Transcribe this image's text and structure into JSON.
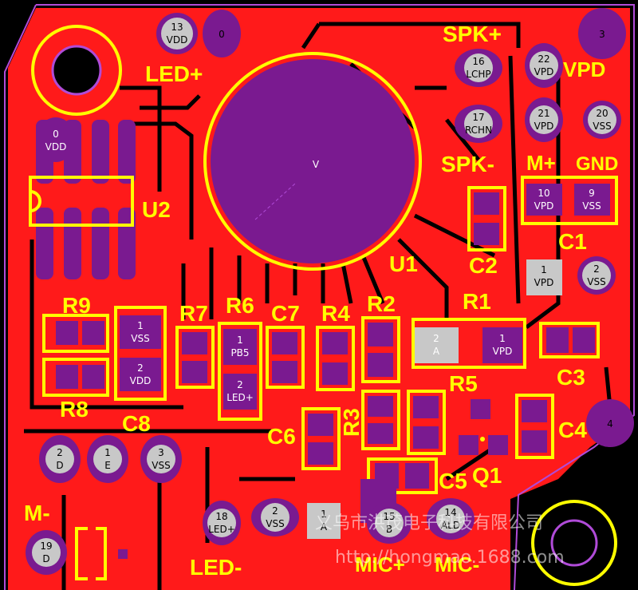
{
  "silkscreen": {
    "led_plus": "LED+",
    "spk_plus": "SPK+",
    "vpd": "VPD",
    "spk_minus": "SPK-",
    "m_plus": "M+",
    "gnd": "GND",
    "u2": "U2",
    "u1": "U1",
    "c1": "C1",
    "c2": "C2",
    "r9": "R9",
    "r7": "R7",
    "r6": "R6",
    "c7": "C7",
    "r4": "R4",
    "r2": "R2",
    "r1": "R1",
    "c3": "C3",
    "r8": "R8",
    "c8": "C8",
    "r5": "R5",
    "c4": "C4",
    "c6": "C6",
    "r3": "R3",
    "c5": "C5",
    "q1": "Q1",
    "m_minus": "M-",
    "led_minus": "LED-",
    "mic_plus": "MIC+",
    "mic_minus": "MIC-",
    "v_center": "V"
  },
  "pads": [
    {
      "num": "13",
      "net": "VDD"
    },
    {
      "num": "0",
      "net": ""
    },
    {
      "num": "3",
      "net": ""
    },
    {
      "num": "16",
      "net": "LCHP"
    },
    {
      "num": "22",
      "net": "VPD"
    },
    {
      "num": "17",
      "net": "RCHN"
    },
    {
      "num": "21",
      "net": "VPD"
    },
    {
      "num": "20",
      "net": "VSS"
    },
    {
      "num": "0",
      "net": "VDD"
    },
    {
      "num": "10",
      "net": "VPD"
    },
    {
      "num": "9",
      "net": "VSS"
    },
    {
      "num": "1",
      "net": "VPD"
    },
    {
      "num": "2",
      "net": "VSS"
    },
    {
      "num": "1",
      "net": "VSS"
    },
    {
      "num": "2",
      "net": "VDD"
    },
    {
      "num": "1",
      "net": "PB5"
    },
    {
      "num": "2",
      "net": "LED+"
    },
    {
      "num": "2",
      "net": "A"
    },
    {
      "num": "1",
      "net": "VPD"
    },
    {
      "num": "4",
      "net": ""
    },
    {
      "num": "2",
      "net": "D"
    },
    {
      "num": "1",
      "net": "E"
    },
    {
      "num": "3",
      "net": "VSS"
    },
    {
      "num": "18",
      "net": "LED+"
    },
    {
      "num": "2",
      "net": "VSS"
    },
    {
      "num": "1",
      "net": "A"
    },
    {
      "num": "15",
      "net": "B"
    },
    {
      "num": "14",
      "net": "ALD"
    },
    {
      "num": "19",
      "net": "D"
    }
  ],
  "watermark": {
    "company": "义乌市洪茂电子科技有限公司",
    "url": "http://hongmao.1688.com"
  },
  "colors": {
    "background": "#000000",
    "copper": "#ff1a1a",
    "pad": "#7a1a90",
    "silkscreen": "#ffff00",
    "pad_gray": "#c8c8c8"
  }
}
